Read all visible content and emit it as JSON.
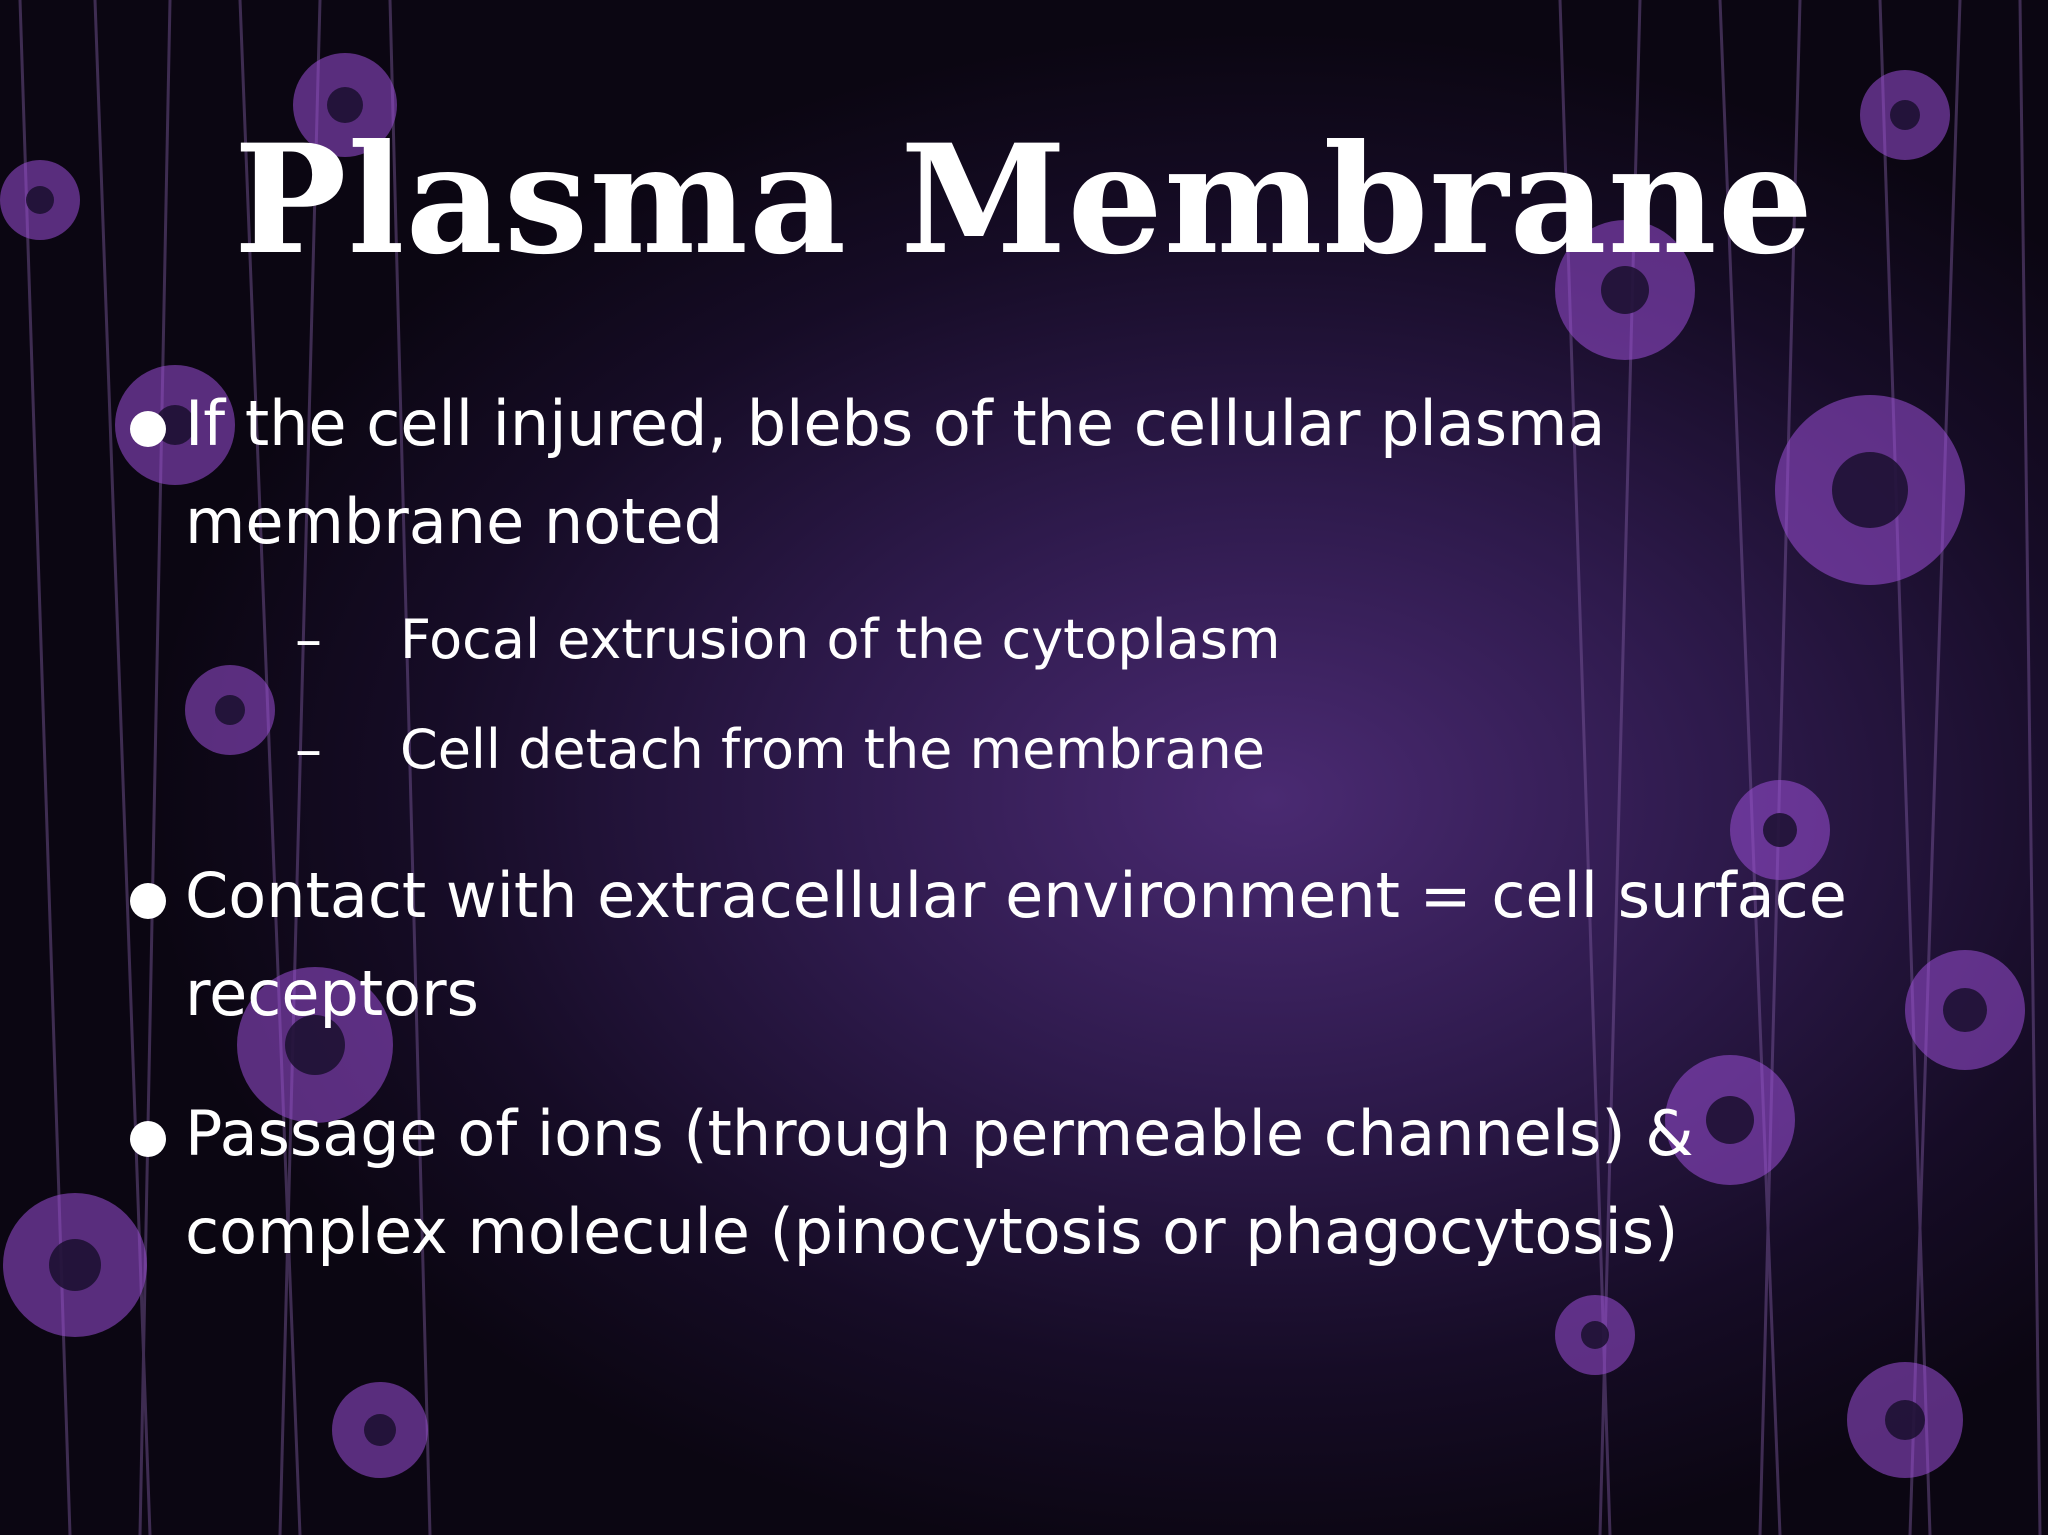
{
  "slide": {
    "title": "Plasma Membrane",
    "bullets": [
      {
        "text": "If the cell injured, blebs of the cellular plasma membrane noted",
        "sub": [
          "Focal extrusion of the cytoplasm",
          "Cell detach from the membrane"
        ]
      },
      {
        "text": "Contact with extracellular environment = cell surface receptors"
      },
      {
        "text": "Passage of ions (through permeable channels) & complex molecule (pinocytosis or phagocytosis)"
      }
    ]
  },
  "theme": {
    "background": "#1a0f2e",
    "accent": "#9b4fd6",
    "text": "#ffffff"
  }
}
